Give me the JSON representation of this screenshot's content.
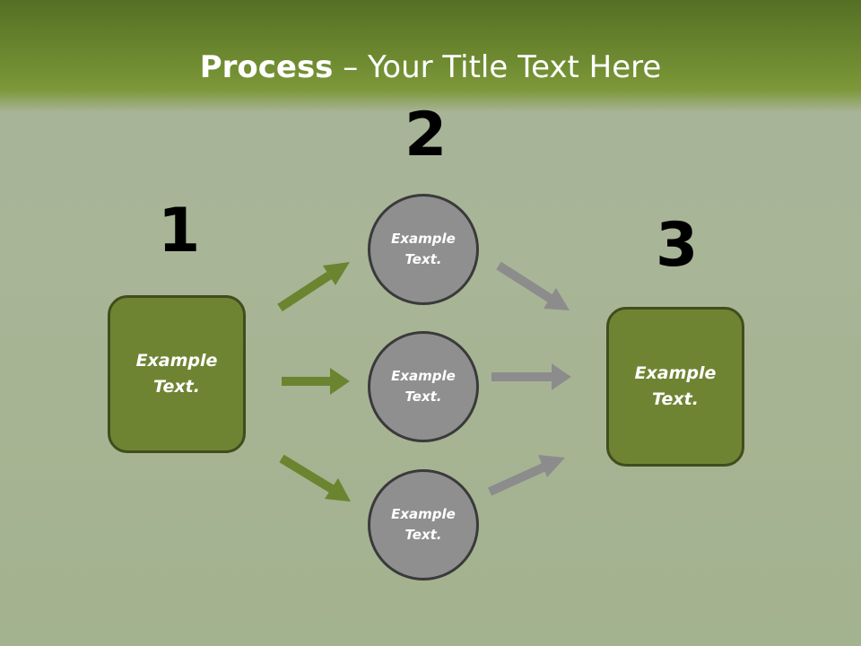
{
  "slide": {
    "title_bold": "Process",
    "title_rest": " – Your Title Text Here"
  },
  "steps": {
    "n1": "1",
    "n2": "2",
    "n3": "3"
  },
  "nodes": {
    "left_box": "Example Text.",
    "circle_top": "Example Text.",
    "circle_mid": "Example Text.",
    "circle_bottom": "Example Text.",
    "right_box": "Example Text."
  },
  "colors": {
    "banner": "#6f8b31",
    "box_fill": "#6f8433",
    "circle_fill": "#8f8f8f",
    "green_arrow": "#6b8430",
    "gray_arrow": "#8c8c8c"
  }
}
